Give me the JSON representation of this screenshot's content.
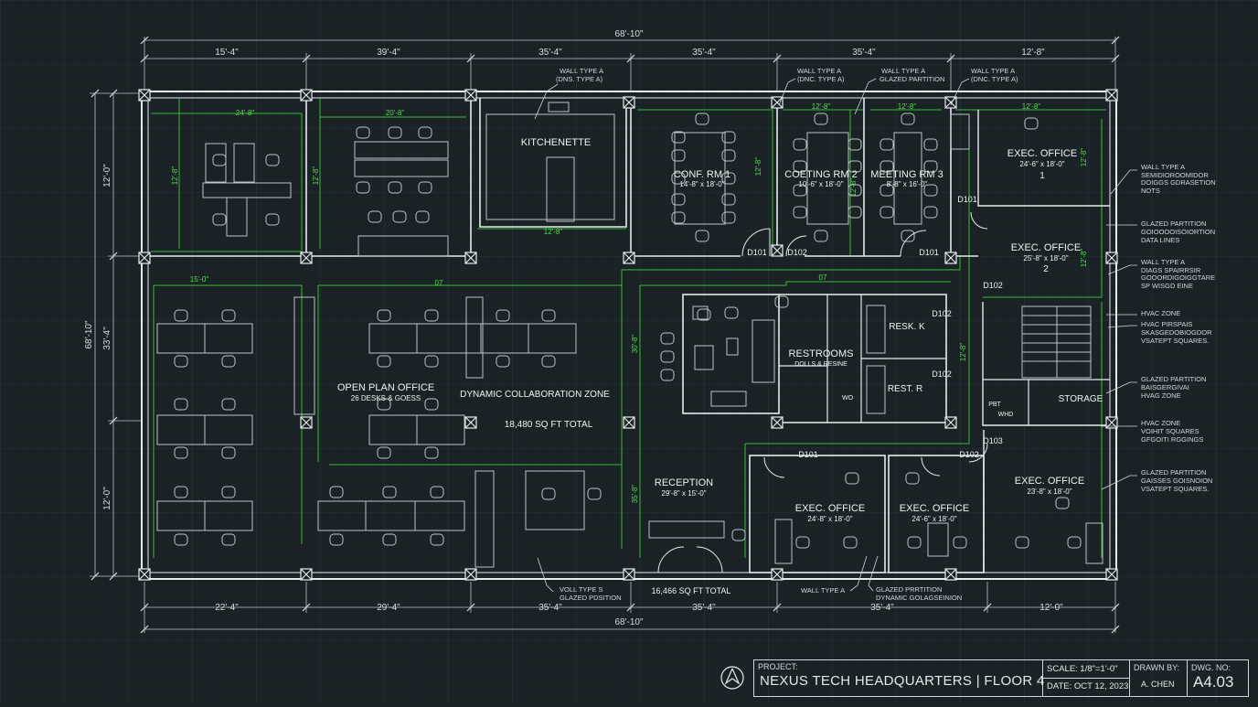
{
  "dims": {
    "overall_top": "68'-10\"",
    "overall_bottom": "68'-10\"",
    "top": [
      "15'-4\"",
      "39'-4\"",
      "35'-4\"",
      "35'-4\"",
      "35'-4\"",
      "12'-8\""
    ],
    "bottom": [
      "22'-4\"",
      "29'-4\"",
      "35'-4\"",
      "35'-4\"",
      "35'-4\"",
      "12'-0\""
    ],
    "left_overall": "68'-10\"",
    "left": [
      "12'-0\"",
      "33'-4\"",
      "12'-0\""
    ],
    "inner": {
      "d1": "24'-8\"",
      "d2": "20'-8\"",
      "d3": "12'-8\"",
      "d4": "12'-8\"",
      "d5": "12'-8\"",
      "d6": "12'-8\"",
      "d7": "15'-0\"",
      "d8": "07",
      "d9": "07",
      "v1": "12'-8\"",
      "v2": "12'-8\"",
      "v3": "12'-8\"",
      "v4": "12'-8\"",
      "v5": "12'-8\"",
      "v6": "12'-8\"",
      "v7": "30'-8\"",
      "v8": "35'-8\"",
      "v9": "12'-8\""
    }
  },
  "rooms": {
    "kitchen": "KITCHENETTE",
    "conf1": "CONF. RM 1",
    "conf1_size": "14'-8\" x 18'-0\"",
    "coet": "COETING RM 2",
    "coet_size": "10'-6\" x 18'-0\"",
    "meet3": "MEETING RM 3",
    "meet3_size": "8'-8\" x 16'-0\"",
    "exec1": "EXEC. OFFICE",
    "exec1_size": "24'-6\" x 18'-0\"",
    "exec1_num": "1",
    "exec2": "EXEC. OFFICE",
    "exec2_size": "25'-8\" x 18'-0\"",
    "exec2_num": "2",
    "open": "OPEN PLAN OFFICE",
    "open_sub": "26 DESKS & GOESS",
    "collab": "DYNAMIC COLLABORATION ZONE",
    "total1": "18,480 SQ FT TOTAL",
    "restrooms": "RESTROOMS",
    "restrooms_sub": "DOLLS & RESINE",
    "resk": "RESK. K",
    "restr": "REST. R",
    "wo": "WO",
    "reception": "RECEPTION",
    "reception_size": "29'-8\" x 15'-0\"",
    "exec3": "EXEC. OFFICE",
    "exec3_size": "24'-8\" x 18'-0\"",
    "exec4": "EXEC. OFFICE",
    "exec4_size": "24'-6\" x 18'-0\"",
    "exec5": "EXEC. OFFICE",
    "exec5_size": "23'-8\" x 18'-0\"",
    "storage": "STORAGE",
    "pbt": "PBT",
    "whd": "WHD",
    "total2": "16,466 SQ FT TOTAL"
  },
  "doors": {
    "d101a": "D101",
    "d102a": "D102",
    "d101b": "D101",
    "d101c": "D101",
    "d102b": "D102",
    "d102c": "D102",
    "d102d": "D102",
    "d103": "D103",
    "d101d": "D101",
    "d102e": "D102"
  },
  "notes": {
    "n1a": "WALL TYPE A",
    "n1b": "(DNS. TYPE A)",
    "n2a": "WALL TYPE A",
    "n2b": "(DNC. TYPE A)",
    "n3a": "WALL TYPE A",
    "n3b": "GLAZED PARTITION",
    "n4a": "WALL TYPE A",
    "n4b": "(DNC. TYPE A)",
    "r1a": "WALL TYPE A",
    "r1b": "SEMIDIOROOMIDOR",
    "r1c": "DOIGGS GDRASETION",
    "r1d": "NOTS",
    "r2a": "GLAZED PARTITION",
    "r2b": "GOIOOOOISOIORTION",
    "r2c": "DATA LINES",
    "r3a": "WALL TYPE A",
    "r3b": "DIAGS SPAIRRSIR",
    "r3c": "GOOORDIGOIGGTARE",
    "r3d": "SP WISGD EINE",
    "r4a": "HVAC ZONE",
    "r5a": "HVAC PIRSPAIS",
    "r5b": "SKASGEDOBIOGDOR",
    "r5c": "VSATEPT SQUARES.",
    "r6a": "GLAZED PARTITION",
    "r6b": "BAISGERGIVAI",
    "r6c": "HVAG ZONE",
    "r7a": "HVAC ZONE",
    "r7b": "VOIHIT SQUARES",
    "r7c": "GFGOITI RGGINGS",
    "r8a": "GLAZED PARTITION",
    "r8b": "GAISSES GOISNOION",
    "r8c": "VSATEPT SQUARES.",
    "b1a": "VOLL TYPE S",
    "b1b": "GLAZED PDSITION",
    "b2": "WALL TYPE A",
    "b3a": "GLAZED PRRTITION",
    "b3b": "DYNAMIC GOLAGSEINION"
  },
  "title_block": {
    "project_label": "PROJECT:",
    "project": "NEXUS TECH HEADQUARTERS | FLOOR 4",
    "scale": "SCALE: 1/8\"=1'-0\"",
    "date": "DATE: OCT 12, 2023",
    "drawn_label": "DRAWN BY:",
    "drawn": "A. CHEN",
    "dwg_label": "DWG. NO:",
    "dwg": "A4.03"
  },
  "colors": {
    "background": "#1a2226",
    "wall": "#e6ecee",
    "furniture": "#b9c4c8",
    "accent": "#3fd43a",
    "grid": "#243036"
  }
}
